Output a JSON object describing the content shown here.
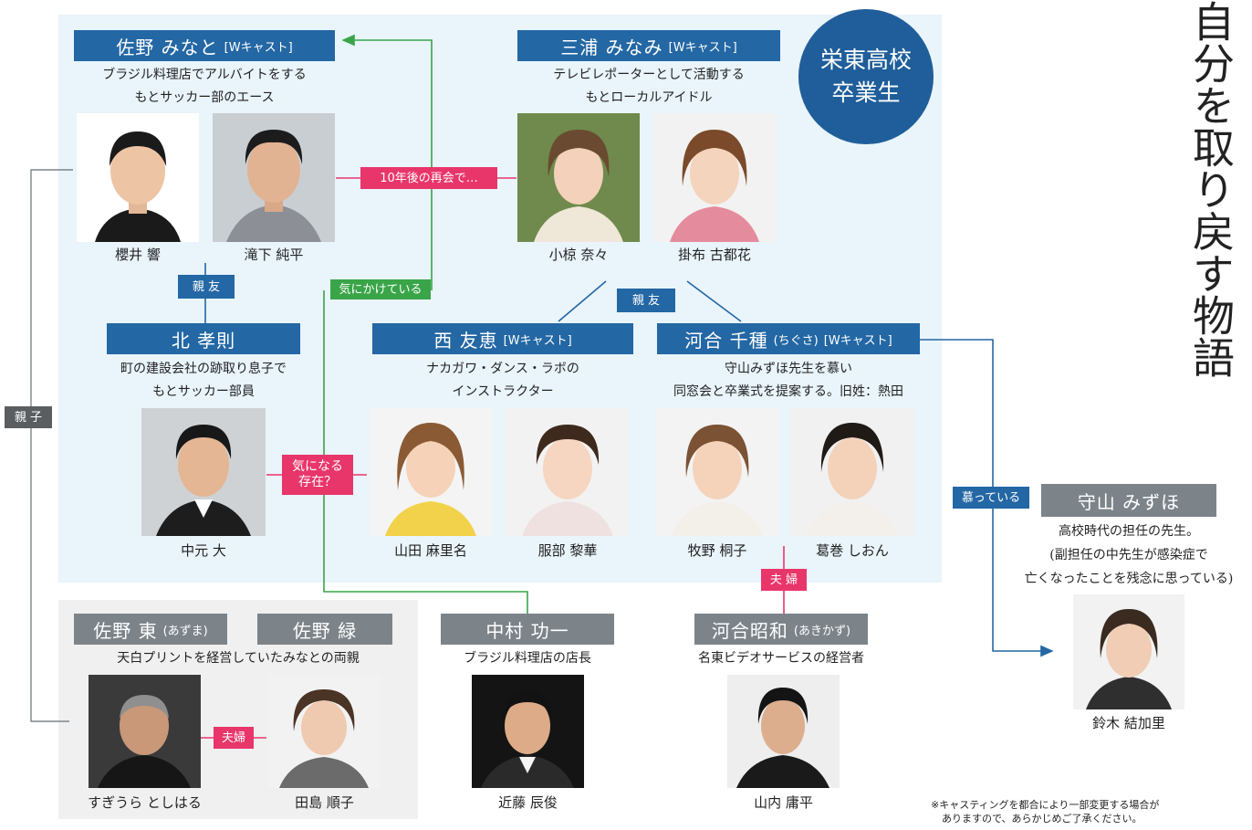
{
  "title_vertical": "自分を取り戻す物語",
  "school_badge": {
    "line1": "栄東高校",
    "line2": "卒業生"
  },
  "cast_note": {
    "line1": "※キャスティングを都合により一部変更する場合が",
    "line2": "ありますので、あらかじめご了承ください。"
  },
  "colors": {
    "band_blue": "#2367a4",
    "band_gray": "#7c848a",
    "tag_pink": "#e8366a",
    "tag_green": "#3aa548",
    "panel_blue": "#e9f4fb",
    "panel_gray": "#f0f0f1"
  },
  "characters": {
    "minato": {
      "name": "佐野 みなと",
      "suffix": "[Wキャスト]",
      "desc1": "ブラジル料理店でアルバイトをする",
      "desc2": "もとサッカー部のエース",
      "actors": [
        "櫻井 響",
        "滝下 純平"
      ]
    },
    "minami": {
      "name": "三浦 みなみ",
      "suffix": "[Wキャスト]",
      "desc1": "テレビレポーターとして活動する",
      "desc2": "もとローカルアイドル",
      "actors": [
        "小椋 奈々",
        "掛布 古都花"
      ]
    },
    "kita": {
      "name": "北 孝則",
      "desc1": "町の建設会社の跡取り息子で",
      "desc2": "もとサッカー部員",
      "actors": [
        "中元 大"
      ]
    },
    "tomoe": {
      "name": "西 友恵",
      "suffix": "[Wキャスト]",
      "desc1": "ナカガワ・ダンス・ラボの",
      "desc2": "インストラクター",
      "actors": [
        "山田 麻里名",
        "服部 黎華"
      ]
    },
    "chigusa": {
      "name": "河合 千種",
      "reading": "(ちぐさ)",
      "suffix": "[Wキャスト]",
      "desc1": "守山みずほ先生を慕い",
      "desc2": "同窓会と卒業式を提案する。旧姓：熱田",
      "actors": [
        "牧野 桐子",
        "葛巻 しおん"
      ]
    },
    "moriyama": {
      "name": "守山 みずほ",
      "desc1": "高校時代の担任の先生。",
      "desc2": "(副担任の中先生が感染症で",
      "desc3": "亡くなったことを残念に思っている)",
      "actors": [
        "鈴木 結加里"
      ]
    },
    "azuma": {
      "name": "佐野 東",
      "reading": "(あずま)",
      "actors": [
        "すぎうら としはる"
      ]
    },
    "midori": {
      "name": "佐野 緑",
      "actors": [
        "田島 順子"
      ]
    },
    "parents_desc": "天白プリントを経営していたみなとの両親",
    "nakamura": {
      "name": "中村 功一",
      "desc1": "ブラジル料理店の店長",
      "actors": [
        "近藤 辰俊"
      ]
    },
    "akikazu": {
      "name": "河合昭和",
      "reading": "(あきかず)",
      "desc1": "名東ビデオサービスの経営者",
      "actors": [
        "山内 庸平"
      ]
    }
  },
  "relations": {
    "reunion": "10年後の再会で…",
    "care_about": "気にかけている",
    "best_friend_1": "親 友",
    "best_friend_2": "親 友",
    "curious_l1": "気になる",
    "curious_l2": "存在？",
    "parent_child": "親 子",
    "couple_1": "夫 婦",
    "couple_2": "夫婦",
    "admire": "慕っている"
  }
}
